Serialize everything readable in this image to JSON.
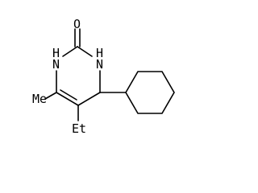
{
  "molecule": {
    "labels": {
      "oxygen": "O",
      "n1": "N",
      "n1_h": "H",
      "n3": "H",
      "n3_n": "N",
      "methyl": "Me",
      "ethyl": "Et"
    }
  }
}
